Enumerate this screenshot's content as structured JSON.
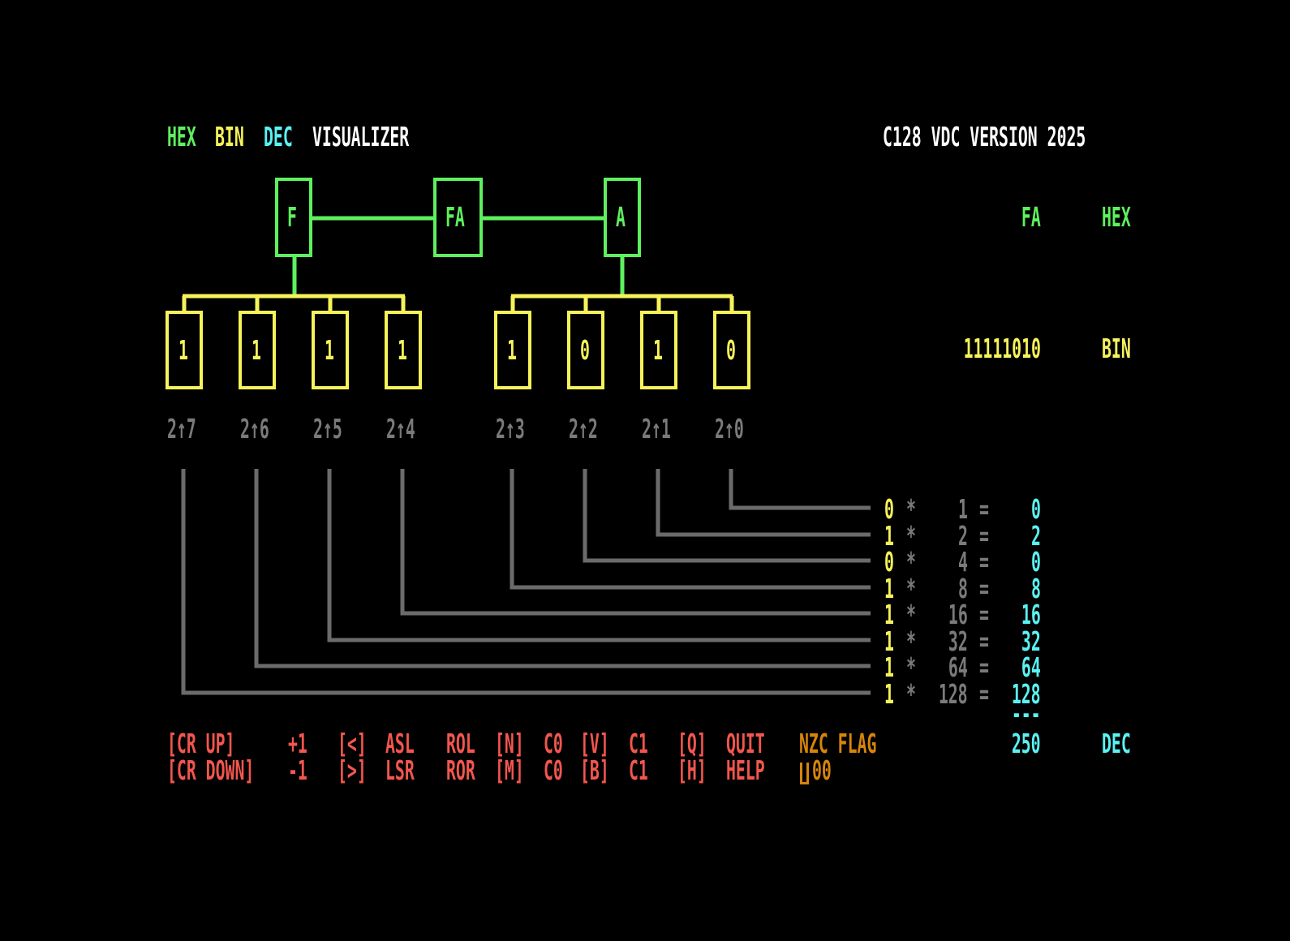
{
  "title": {
    "hex": "HEX",
    "bin": "BIN",
    "dec": "DEC",
    "rest": "VISUALIZER",
    "version": "C128 VDC VERSION 2025"
  },
  "nibbles": {
    "high": "F",
    "byte": "FA",
    "low": "A"
  },
  "bits": [
    "1",
    "1",
    "1",
    "1",
    "1",
    "0",
    "1",
    "0"
  ],
  "powers": [
    "2↑7",
    "2↑6",
    "2↑5",
    "2↑4",
    "2↑3",
    "2↑2",
    "2↑1",
    "2↑0"
  ],
  "readout": {
    "hex_value": "FA",
    "hex_label": "HEX",
    "bin_value": "11111010",
    "bin_label": "BIN",
    "dec_value": "250",
    "dec_label": "DEC",
    "separator": "---"
  },
  "calc_rows": [
    {
      "bit": "0",
      "op": "*",
      "weight": "1",
      "eq": "=",
      "result": "0"
    },
    {
      "bit": "1",
      "op": "*",
      "weight": "2",
      "eq": "=",
      "result": "2"
    },
    {
      "bit": "0",
      "op": "*",
      "weight": "4",
      "eq": "=",
      "result": "0"
    },
    {
      "bit": "1",
      "op": "*",
      "weight": "8",
      "eq": "=",
      "result": "8"
    },
    {
      "bit": "1",
      "op": "*",
      "weight": "16",
      "eq": "=",
      "result": "16"
    },
    {
      "bit": "1",
      "op": "*",
      "weight": "32",
      "eq": "=",
      "result": "32"
    },
    {
      "bit": "1",
      "op": "*",
      "weight": "64",
      "eq": "=",
      "result": "64"
    },
    {
      "bit": "1",
      "op": "*",
      "weight": "128",
      "eq": "=",
      "result": "128"
    }
  ],
  "keys": {
    "row1": [
      {
        "key": "[CR UP]",
        "action": "+1"
      },
      {
        "key": "[<]",
        "action": "ASL"
      },
      {
        "key": "ROL",
        "action": ""
      },
      {
        "key": "[N]",
        "action": "C0"
      },
      {
        "key": "[V]",
        "action": "C1"
      },
      {
        "key": "[Q]",
        "action": "QUIT"
      }
    ],
    "row2": [
      {
        "key": "[CR DOWN]",
        "action": "-1"
      },
      {
        "key": "[>]",
        "action": "LSR"
      },
      {
        "key": "ROR",
        "action": ""
      },
      {
        "key": "[M]",
        "action": "C0"
      },
      {
        "key": "[B]",
        "action": "C1"
      },
      {
        "key": "[H]",
        "action": "HELP"
      }
    ]
  },
  "flags": {
    "label": "NZC FLAG",
    "value": "00"
  },
  "colors": {
    "green": "#5ef05e",
    "yellow": "#f6f35a",
    "cyan": "#5af2f2",
    "gray": "#6b6b6b",
    "red": "#f2564e",
    "orange": "#d8840a",
    "background": "#000000"
  }
}
